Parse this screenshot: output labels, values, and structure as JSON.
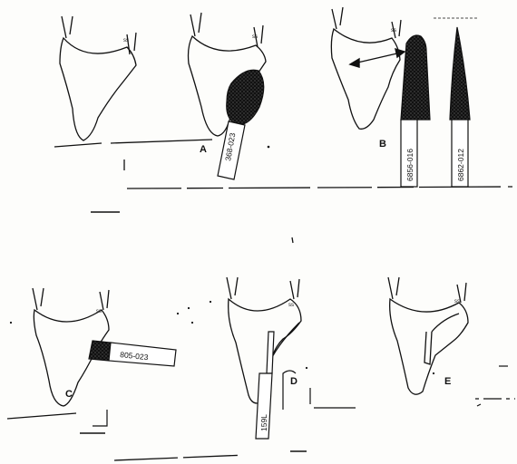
{
  "panel_labels": {
    "a": "A",
    "b": "B",
    "c": "C",
    "d": "D",
    "e": "E"
  },
  "bur_codes": {
    "a": "368-023",
    "b_left": "6856-016",
    "b_right": "6862-012",
    "c": "805-023",
    "d": "159L"
  },
  "tooth_mark": "ss"
}
